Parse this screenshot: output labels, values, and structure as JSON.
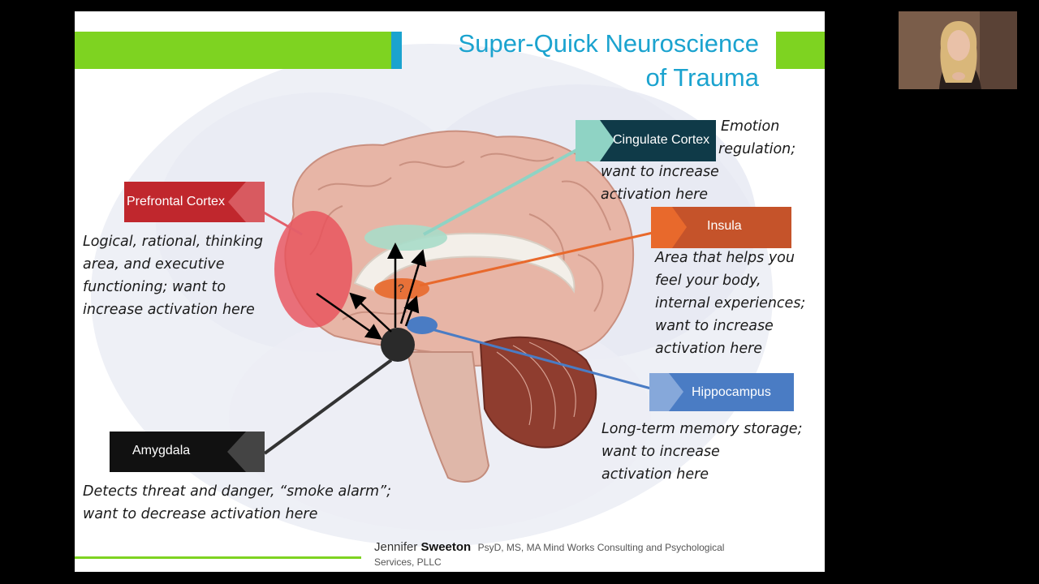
{
  "slide": {
    "title_line1": "Super-Quick Neuroscience",
    "title_line2": "of Trauma",
    "labels": {
      "prefrontal": "Prefrontal Cortex",
      "cingulate": "Cingulate Cortex",
      "insula": "Insula",
      "hippocampus": "Hippocampus",
      "amygdala": "Amygdala",
      "question_mark": "?"
    },
    "descriptions": {
      "prefrontal": [
        "Logical, rational, thinking",
        "area, and executive",
        "functioning; want to",
        "increase activation here"
      ],
      "cingulate": [
        "Emotion",
        "regulation;",
        "want to increase",
        "activation here"
      ],
      "insula": [
        "Area that helps you",
        "feel your body,",
        "internal experiences;",
        "want to increase",
        "activation here"
      ],
      "hippocampus": [
        "Long-term memory storage;",
        "want to increase",
        "activation here"
      ],
      "amygdala": [
        "Detects threat and danger, “smoke alarm”;",
        "want to decrease activation here"
      ]
    },
    "footer": {
      "first_name": "Jennifer",
      "last_name": "Sweeton",
      "credentials": "PsyD, MS, MA  Mind Works Consulting and Psychological",
      "line2": "Services, PLLC"
    },
    "colors": {
      "title": "#1ba3cf",
      "green_bar": "#7ed321",
      "prefrontal": "#c0272d",
      "cingulate": "#0f3a48",
      "cingulate_accent": "#8fd3c4",
      "insula": "#c5532a",
      "insula_accent": "#e8692c",
      "hippocampus": "#4a7cc4",
      "amygdala": "#111111"
    }
  },
  "webcam": {
    "icon": "presenter-video-icon"
  }
}
